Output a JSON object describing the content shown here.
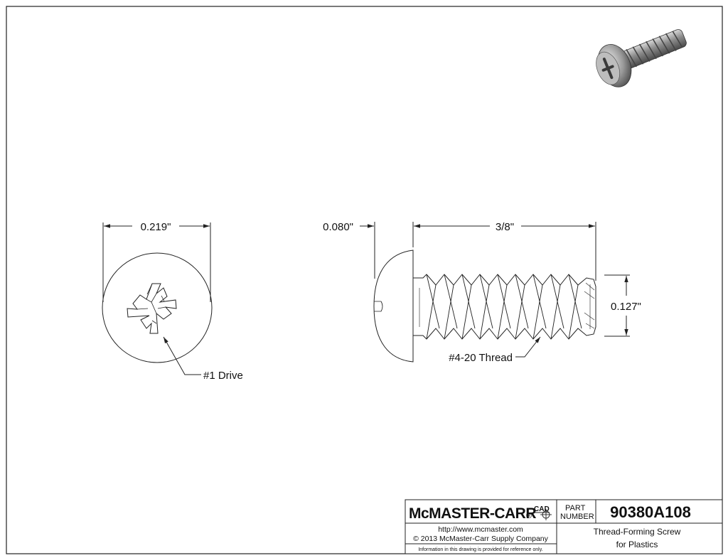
{
  "drawing": {
    "dimensions": {
      "head_diameter": "0.219\"",
      "head_height": "0.080\"",
      "length": "3/8\"",
      "thread_diameter": "0.127\""
    },
    "callouts": {
      "drive": "#1 Drive",
      "thread": "#4-20 Thread"
    }
  },
  "title_block": {
    "brand": "McMASTER-CARR",
    "brand_registered": "®",
    "brand_cad": "CAD",
    "url": "http://www.mcmaster.com",
    "copyright": "© 2013 McMaster-Carr Supply Company",
    "disclaimer": "Information in this drawing is provided for reference only.",
    "part_label_line1": "PART",
    "part_label_line2": "NUMBER",
    "part_number": "90380A108",
    "description_line1": "Thread-Forming Screw",
    "description_line2": "for Plastics"
  },
  "colors": {
    "line": "#222222",
    "render_metal": "#9a9a9a"
  }
}
